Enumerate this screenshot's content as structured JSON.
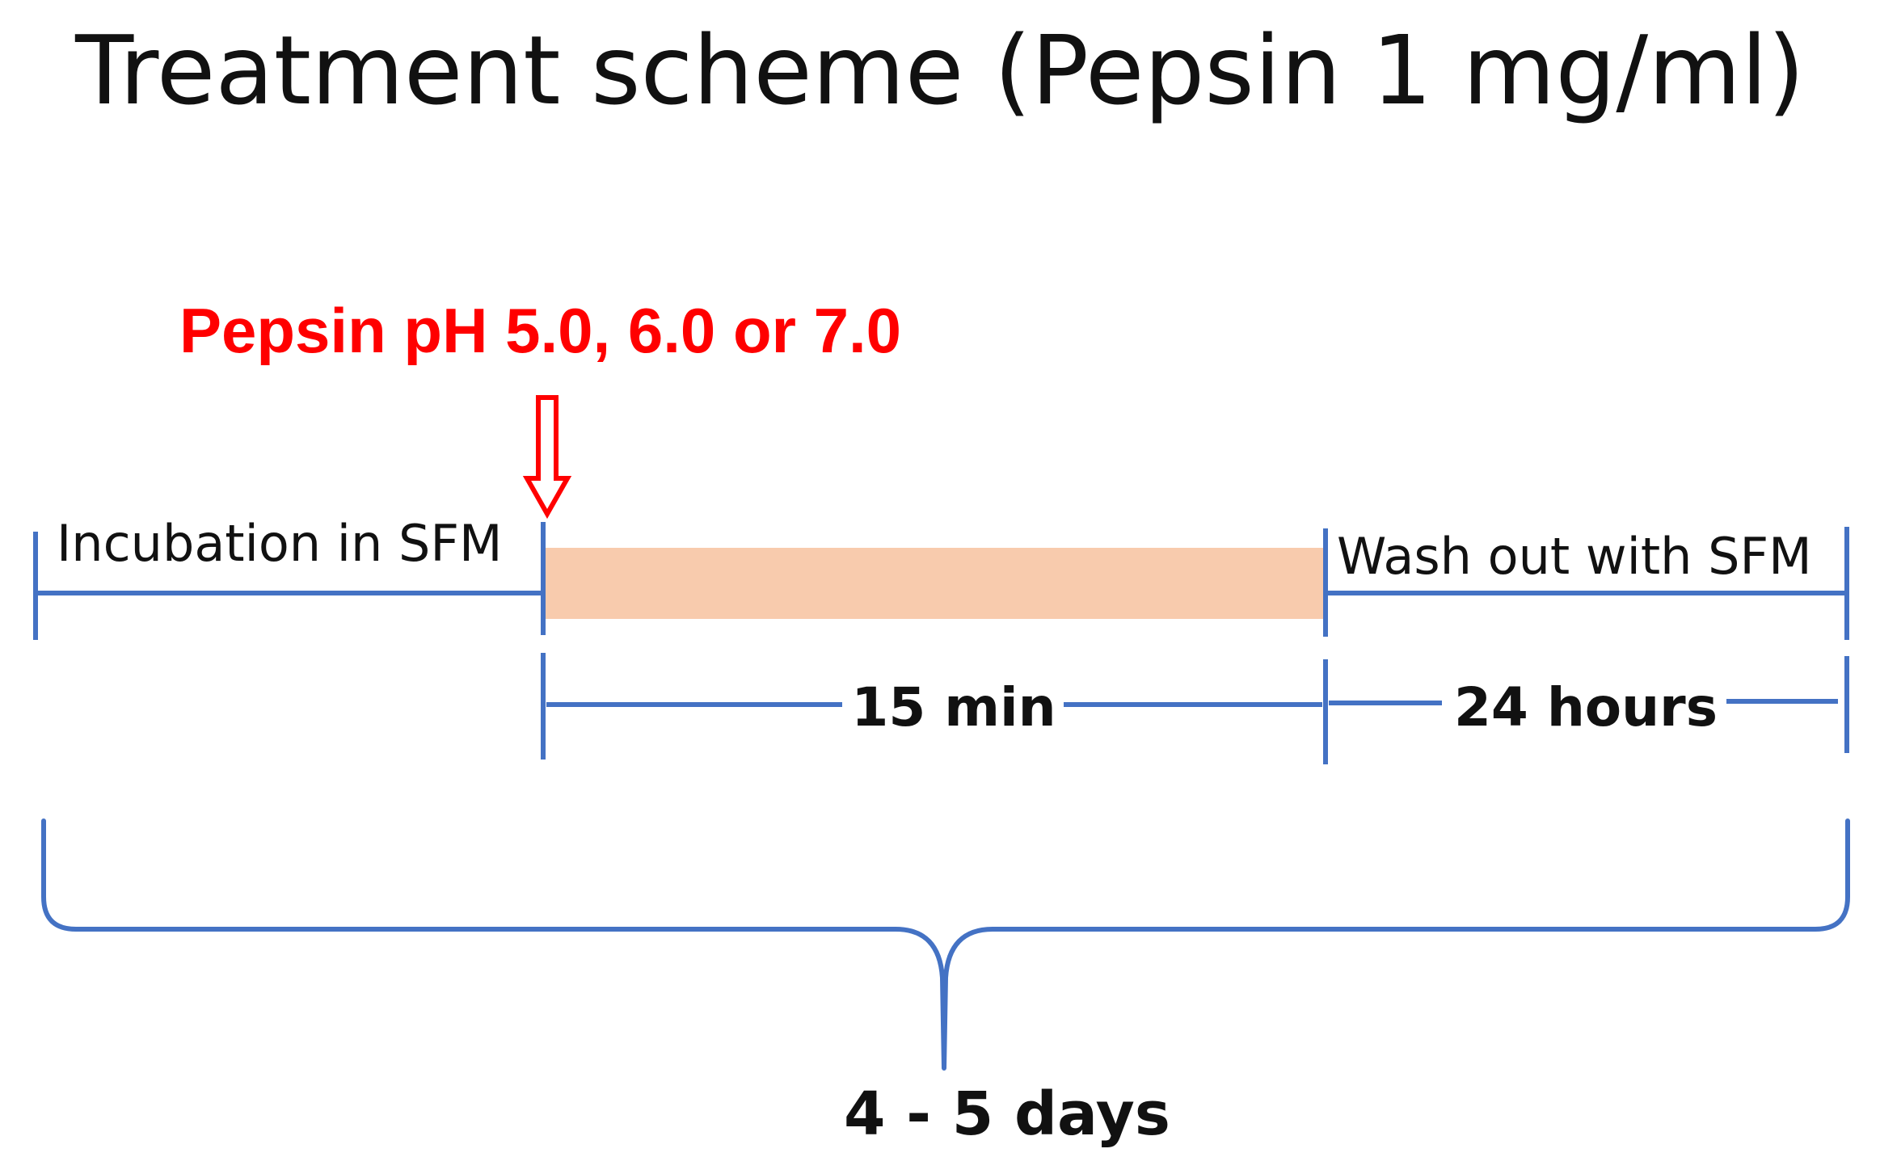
{
  "title": "Treatment scheme (Pepsin 1 mg/ml)",
  "treatment_label": "Pepsin pH 5.0, 6.0 or 7.0",
  "phases": {
    "incubation": "Incubation in SFM",
    "wash_out": "Wash out with SFM"
  },
  "durations": {
    "treatment": "15 min",
    "wash_out": "24 hours"
  },
  "total_duration": "4 - 5 days",
  "colors": {
    "line": "#4472C4",
    "treatment_bar": "#F8CBAD",
    "arrow": "#FF0000",
    "text": "#111111"
  }
}
